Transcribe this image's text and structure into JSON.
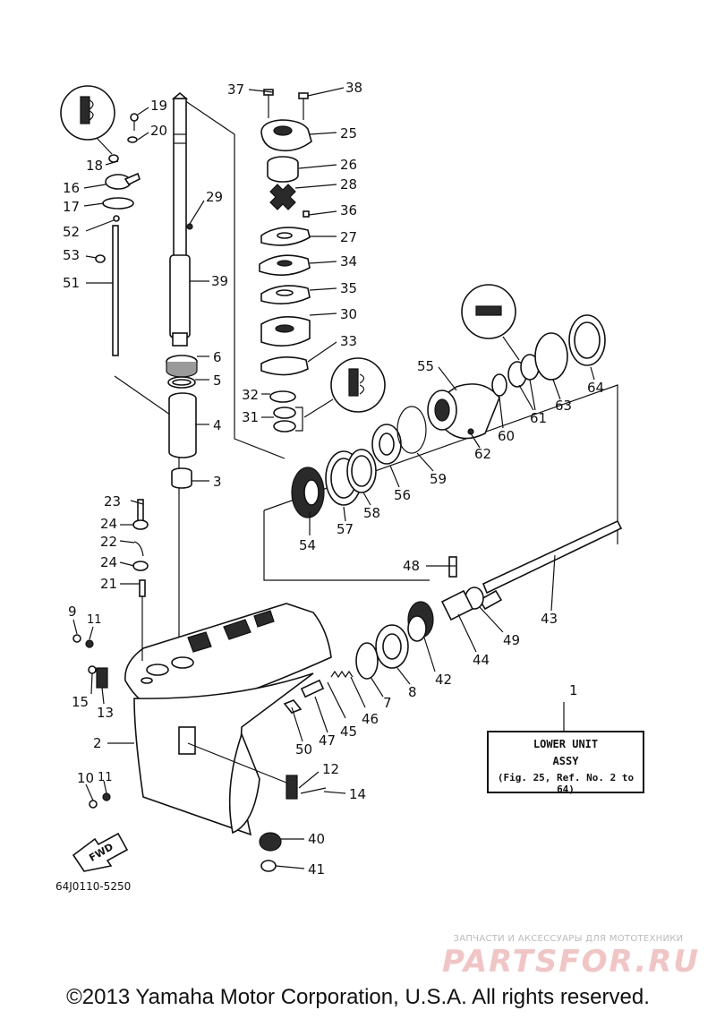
{
  "callouts": [
    "1",
    "2",
    "3",
    "4",
    "5",
    "6",
    "7",
    "8",
    "9",
    "10",
    "11",
    "11",
    "12",
    "13",
    "14",
    "15",
    "16",
    "17",
    "18",
    "19",
    "20",
    "21",
    "22",
    "23",
    "24",
    "24",
    "25",
    "26",
    "27",
    "28",
    "29",
    "30",
    "31",
    "32",
    "33",
    "34",
    "35",
    "36",
    "37",
    "38",
    "39",
    "40",
    "41",
    "42",
    "43",
    "44",
    "45",
    "46",
    "47",
    "48",
    "49",
    "50",
    "51",
    "52",
    "53",
    "54",
    "55",
    "56",
    "57",
    "58",
    "59",
    "60",
    "61",
    "62",
    "63",
    "64"
  ],
  "assembly_box": {
    "line1": "LOWER UNIT",
    "line2": "ASSY",
    "line3": "(Fig. 25, Ref. No. 2 to 64)"
  },
  "direction_label": "FWD",
  "document_code": "64J0110-5250",
  "watermark": {
    "tagline": "ЗАПЧАСТИ И АКСЕССУАРЫ ДЛЯ МОТОТЕХНИКИ",
    "brand": "PARTSFOR.RU"
  },
  "copyright": "©2013 Yamaha Motor Corporation, U.S.A. All rights reserved."
}
